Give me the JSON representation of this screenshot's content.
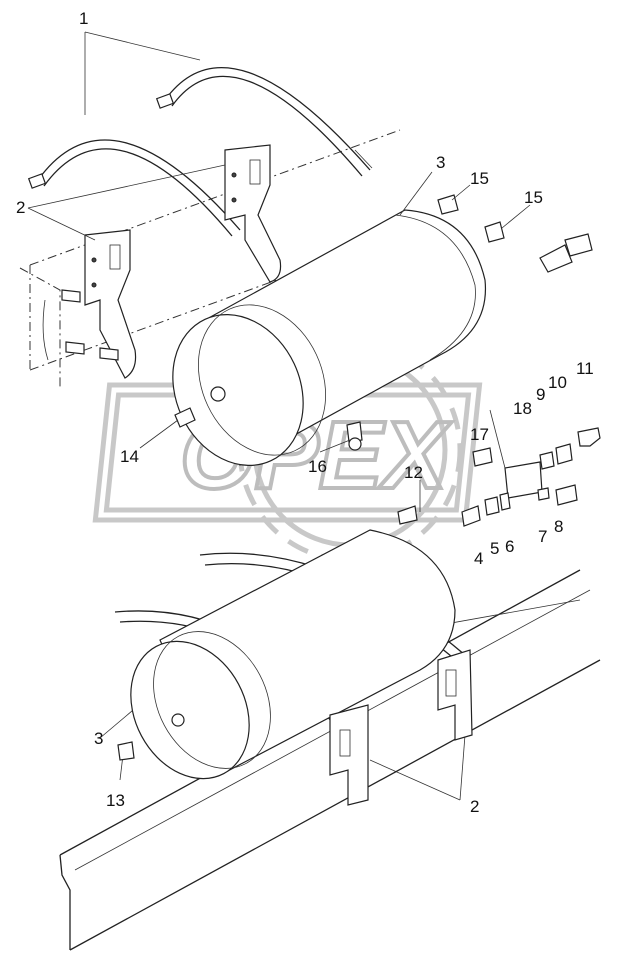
{
  "watermark": "OPEX",
  "callouts": [
    {
      "id": "c1",
      "text": "1"
    },
    {
      "id": "c2a",
      "text": "2"
    },
    {
      "id": "c3a",
      "text": "3"
    },
    {
      "id": "c15a",
      "text": "15"
    },
    {
      "id": "c15b",
      "text": "15"
    },
    {
      "id": "c18",
      "text": "18"
    },
    {
      "id": "c9",
      "text": "9"
    },
    {
      "id": "c10",
      "text": "10"
    },
    {
      "id": "c11",
      "text": "11"
    },
    {
      "id": "c17",
      "text": "17"
    },
    {
      "id": "c14",
      "text": "14"
    },
    {
      "id": "c16",
      "text": "16"
    },
    {
      "id": "c12",
      "text": "12"
    },
    {
      "id": "c4",
      "text": "4"
    },
    {
      "id": "c5",
      "text": "5"
    },
    {
      "id": "c6",
      "text": "6"
    },
    {
      "id": "c7",
      "text": "7"
    },
    {
      "id": "c8",
      "text": "8"
    },
    {
      "id": "c3b",
      "text": "3"
    },
    {
      "id": "c13",
      "text": "13"
    },
    {
      "id": "c2b",
      "text": "2"
    }
  ]
}
